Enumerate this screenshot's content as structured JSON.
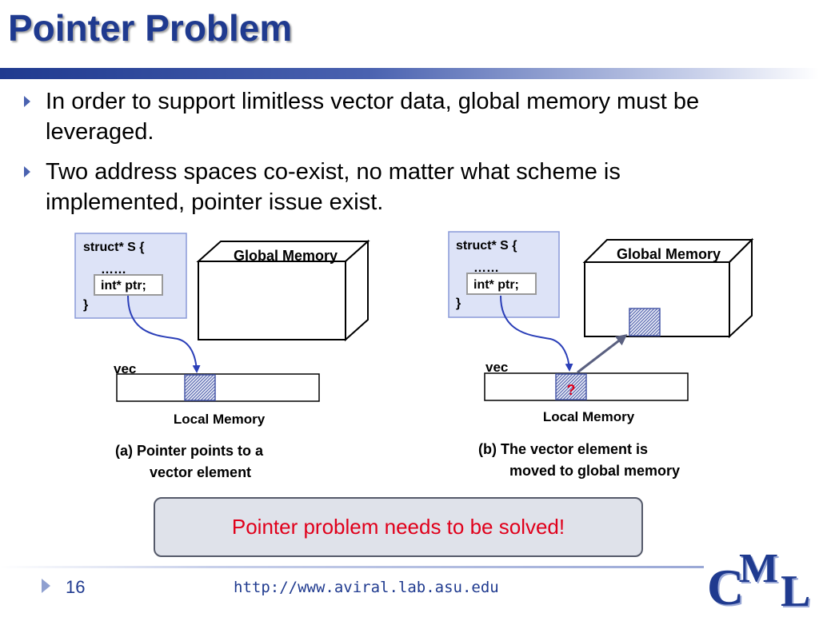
{
  "slide": {
    "title": "Pointer Problem",
    "bullets": [
      "In order to support limitless vector data, global memory must be leveraged.",
      "Two address spaces co-exist, no matter what scheme is implemented, pointer issue exist."
    ],
    "callout": "Pointer problem needs to be solved!",
    "page_number": "16",
    "url": "http://www.aviral.lab.asu.edu",
    "logo": {
      "c": "C",
      "m": "M",
      "l": "L"
    }
  },
  "diagram_a": {
    "struct_line1": "struct* S {",
    "struct_line2": "……",
    "struct_ptr": "int* ptr;",
    "struct_close": "}",
    "global_label": "Global Memory",
    "vec_label": "vec",
    "local_label": "Local Memory",
    "caption_line1": "(a)  Pointer points to a",
    "caption_line2": "vector element"
  },
  "diagram_b": {
    "struct_line1": "struct* S {",
    "struct_line2": "……",
    "struct_ptr": "int* ptr;",
    "struct_close": "}",
    "global_label": "Global Memory",
    "vec_label": "vec",
    "question_mark": "?",
    "local_label": "Local Memory",
    "caption_line1": "(b) The vector element is",
    "caption_line2": "moved to global memory"
  },
  "colors": {
    "title_blue": "#1f3a8f",
    "struct_box_fill": "#dde3f7",
    "struct_box_border": "#8a9ad8",
    "hatch": "#4a5aa8",
    "callout_red": "#e0001b"
  }
}
